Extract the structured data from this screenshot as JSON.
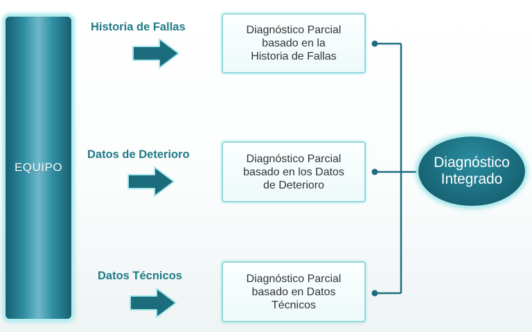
{
  "equipo": {
    "label": "EQUIPO"
  },
  "inputs": [
    {
      "label": "Historia de Fallas"
    },
    {
      "label": "Datos de Deterioro"
    },
    {
      "label": "Datos Técnicos"
    }
  ],
  "partial_diagnoses": [
    {
      "lines": [
        "Diagnóstico Parcial",
        "basado en la",
        "Historia de Fallas"
      ]
    },
    {
      "lines": [
        "Diagnóstico Parcial",
        "basado en los Datos",
        "de Deterioro"
      ]
    },
    {
      "lines": [
        "Diagnóstico Parcial",
        "basado en Datos",
        "Técnicos"
      ]
    }
  ],
  "integrated": {
    "lines": [
      "Diagnóstico",
      "Integrado"
    ]
  },
  "colors": {
    "teal_dark": "#1b6d7e",
    "teal_label": "#1f7a85",
    "box_border": "#8fd8dc",
    "glow": "#b9eef0"
  }
}
